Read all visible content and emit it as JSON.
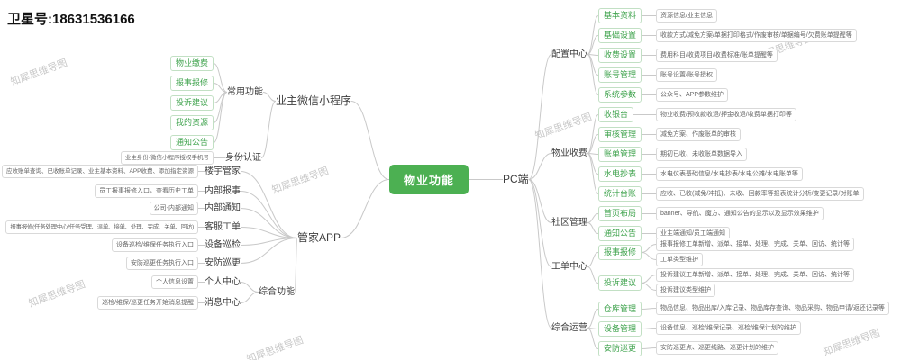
{
  "header": {
    "contact": "卫星号:18631536166"
  },
  "watermark": {
    "text": "知犀思维导图"
  },
  "colors": {
    "accent": "#4cb052",
    "accent_text": "#ffffff",
    "line": "#c9c9c9",
    "branch_text": "#3fa34d",
    "branch_border": "#c2e0c4",
    "desc_text": "#666666",
    "desc_border": "#d9d9d9",
    "label_text": "#3d3d3d",
    "watermark_color": "#c8c8c8"
  },
  "root": {
    "label": "物业功能"
  },
  "left": {
    "mini_program": {
      "label": "业主微信小程序",
      "common": {
        "label": "常用功能",
        "items": [
          "物业缴费",
          "报事报修",
          "投诉建议",
          "我的资源",
          "通知公告"
        ]
      },
      "auth": {
        "label": "身份认证",
        "item": "业主身份-微信小程序授权手机号"
      }
    },
    "butler_app": {
      "label": "管家APP",
      "building": {
        "label": "楼宇管家",
        "desc": "应收账单查询、已收账单记录、业主基本资料、APP收费、添加指定资源"
      },
      "internal_report": {
        "label": "内部报事",
        "desc": "员工报事报修入口，查看历史工单"
      },
      "internal_notice": {
        "label": "内部通知",
        "desc": "公司-内部通知"
      },
      "service_order": {
        "label": "客服工单",
        "desc": "报事报修(任务处理中心/任务受理、派单、接单、处理、完成、关单、回访)"
      },
      "equipment": {
        "label": "设备巡检",
        "desc": "设备巡检/维保任务执行入口"
      },
      "security": {
        "label": "安防巡更",
        "desc": "安防巡更任务执行入口"
      },
      "composite": {
        "label": "综合功能",
        "personal": {
          "label": "个人中心",
          "desc": "个人信息设置"
        },
        "message": {
          "label": "消息中心",
          "desc": "巡检/维保/巡更任务开始消息提醒"
        }
      }
    }
  },
  "right": {
    "label": "PC端",
    "config_center": {
      "label": "配置中心",
      "items": [
        {
          "label": "基本资料",
          "desc": "资源信息/业主信息"
        },
        {
          "label": "基础设置",
          "desc": "收款方式/减免方案/单据打印格式/作废审核/单据编号/欠费账单提醒等"
        },
        {
          "label": "收费设置",
          "desc": "费用科目/收费项目/收费标准/账单提醒等"
        },
        {
          "label": "账号管理",
          "desc": "账号设置/账号授权"
        },
        {
          "label": "系统参数",
          "desc": "公众号、APP参数维护"
        }
      ]
    },
    "property_fee": {
      "label": "物业收费",
      "items": [
        {
          "label": "收银台",
          "desc": "物业收费/预收款收退/押金收退/收费单据打印等"
        },
        {
          "label": "审核管理",
          "desc": "减免方案、作废账单的审核"
        },
        {
          "label": "账单管理",
          "desc": "期初已收、未收账单数据导入"
        },
        {
          "label": "水电抄表",
          "desc": "水电仪表基础信息/水电抄表/水电公摊/水电账单等"
        },
        {
          "label": "统计台账",
          "desc": "应收、已收(减免/冲抵)、未收、回款率等报表统计分析/变更记录/对账单"
        }
      ]
    },
    "community": {
      "label": "社区管理",
      "items": [
        {
          "label": "首页布局",
          "desc": "banner、导航、魔方、通知公告的显示以及显示效果维护"
        },
        {
          "label": "通知公告",
          "desc": "业主端通知/员工端通知"
        }
      ]
    },
    "work_order": {
      "label": "工单中心",
      "items": [
        {
          "label": "报事报修",
          "desc": "报事报修工单新增、派单、接单、处理、完成、关单、回访、统计等",
          "desc2": "工单类型维护"
        },
        {
          "label": "投诉建议",
          "desc": "投诉建议工单新增、派单、接单、处理、完成、关单、回访、统计等",
          "desc2": "投诉建议类型维护"
        }
      ]
    },
    "operation": {
      "label": "综合运营",
      "items": [
        {
          "label": "仓库管理",
          "desc": "物品信息、物品出库/入库记录、物品库存查询、物品采购、物品申请/返还记录等"
        },
        {
          "label": "设备管理",
          "desc": "设备信息、巡检/维保记录、巡检/维保计划的维护"
        },
        {
          "label": "安防巡更",
          "desc": "安防巡更点、巡更线路、巡更计划的维护"
        }
      ]
    }
  }
}
